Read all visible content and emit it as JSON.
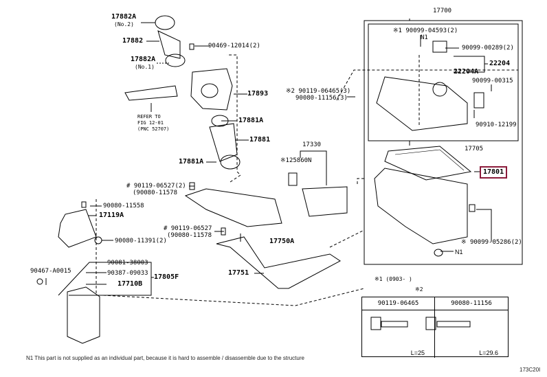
{
  "diagram": {
    "figure_id": "173C20I",
    "highlight_color": "#8b1a3a",
    "labels": {
      "p17882A_no2": "17882A",
      "p17882A_no2_sub": "(No.2)",
      "p17882": "17882",
      "p90469": "90469-12014(2)",
      "p17882A_no1": "17882A",
      "p17882A_no1_sub": "(No.1)",
      "refer": [
        "REFER TO",
        "FIG 12-01",
        "(PNC 52707)"
      ],
      "p17893": "17893",
      "p17881A_top": "17881A",
      "p17881": "17881",
      "p17881A_bot": "17881A",
      "p90119_06465": "※2 90119-06465(3)",
      "p90080_11156": "90080-11156(3)",
      "p17700": "17700",
      "p90099_04593": "※1 90099-04593(2)",
      "p90099_04593_sub": "N1",
      "p90099_00289": "90099-00289(2)",
      "p22204": "22204",
      "p22204A": "22204A",
      "p90099_00315": "90099-00315",
      "p90910_12199": "90910-12199",
      "p17705": "17705",
      "p17801": "17801",
      "p17330": "17330",
      "p125860": "※125860N",
      "p90119_06527_a": "# 90119-06527(2)",
      "p90080_11578_a": "(90080-11578",
      "p90080_11558": "90080-11558",
      "p17119A": "17119A",
      "p90119_06527_b": "# 90119-06527",
      "p90080_11578_b": "(90080-11578",
      "p90080_11391": "90080-11391(2)",
      "p17750A": "17750A",
      "p90099_05286": "※ 90099-05286(2)",
      "pN1": "N1",
      "p90467": "90467-A0015",
      "p90081": "90081-38003",
      "p90387": "90387-09033",
      "p17805F": "17805F",
      "p17710B": "17710B",
      "p17751": "17751",
      "note1": "※1 (0903-  )",
      "note2": "※2"
    },
    "bolt_table": [
      {
        "part": "90119-06465",
        "length": "L=25"
      },
      {
        "part": "90080-11156",
        "length": "L=29.6"
      }
    ],
    "footnote": "N1 This part is not supplied as an individual part, because it is hard to assemble / disassemble due to the structure"
  }
}
